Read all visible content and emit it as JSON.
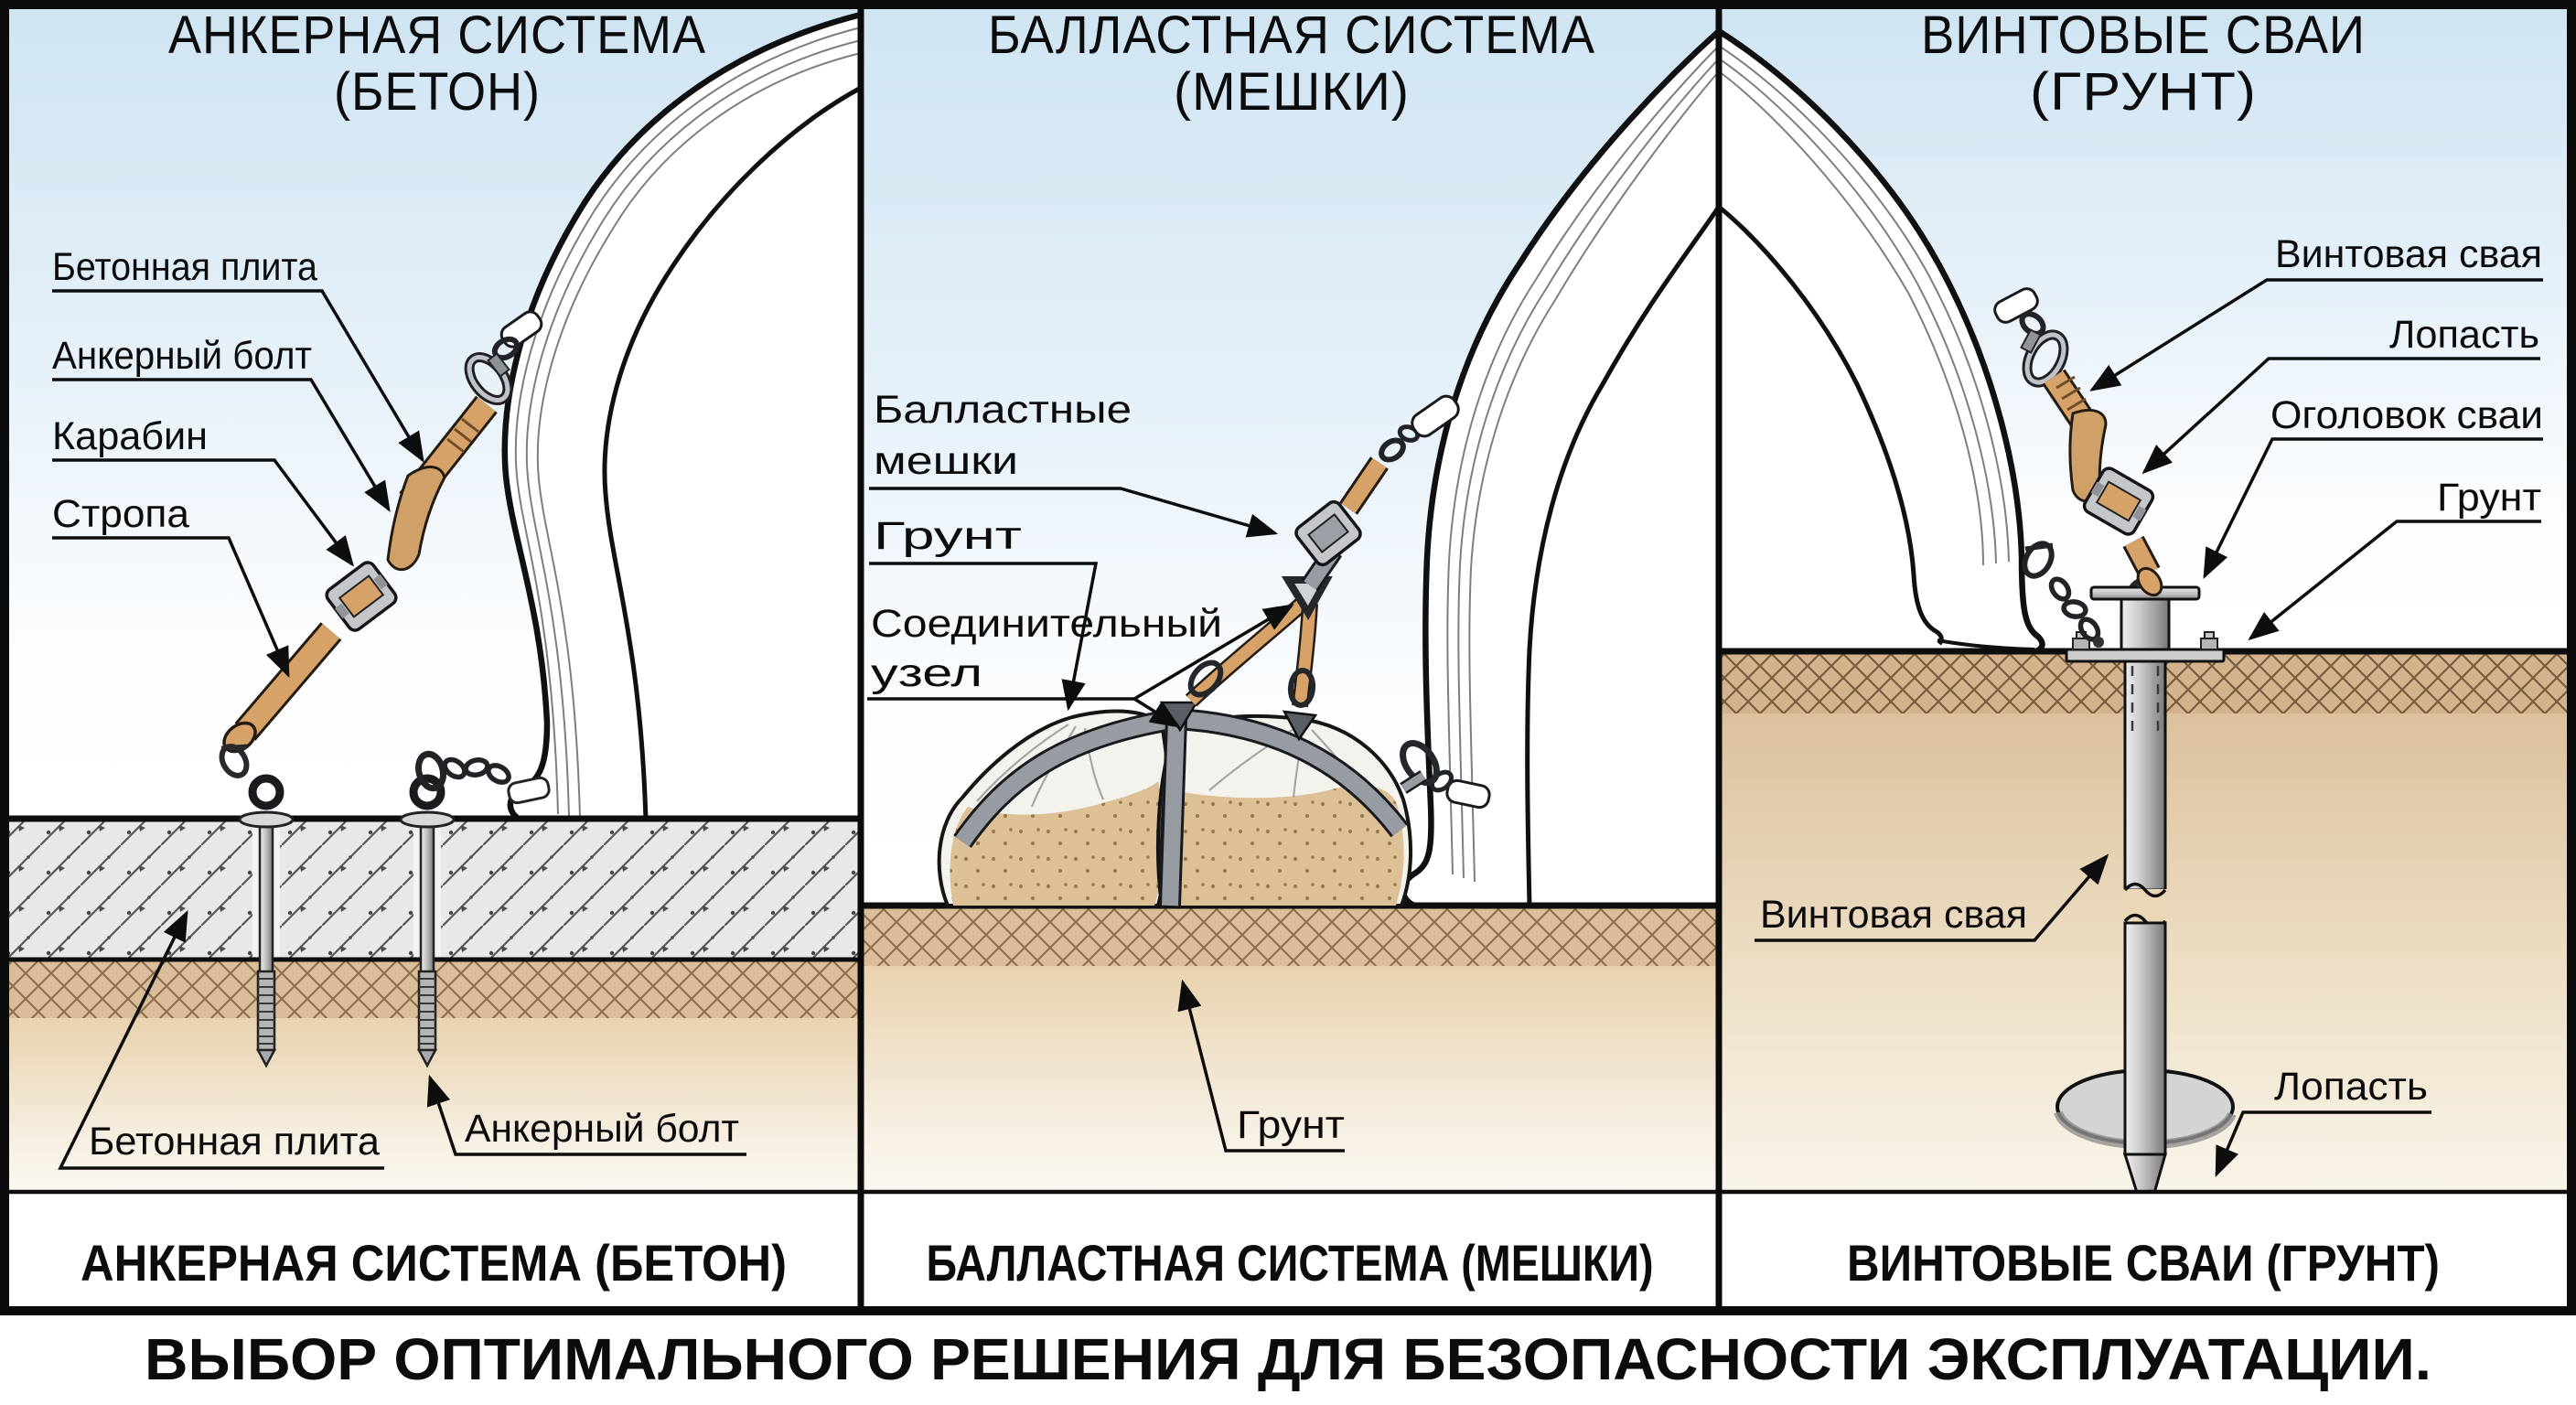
{
  "poster": {
    "footer": "ВЫБОР ОПТИМАЛЬНОГО РЕШЕНИЯ ДЛЯ БЕЗОПАСНОСТИ ЭКСПЛУАТАЦИИ.",
    "panels": [
      {
        "title_line1": "АНКЕРНАЯ СИСТЕМА",
        "title_line2": "(БЕТОН)",
        "caption": "АНКЕРНАЯ СИСТЕМА (БЕТОН)",
        "labels": {
          "concrete_slab_top": "Бетонная плита",
          "anchor_bolt_top": "Анкерный болт",
          "carabiner": "Карабин",
          "sling": "Стропа",
          "concrete_slab_bottom": "Бетонная плита",
          "anchor_bolt_bottom": "Анкерный болт"
        }
      },
      {
        "title_line1": "БАЛЛАСТНАЯ СИСТЕМА",
        "title_line2": "(МЕШКИ)",
        "caption": "БАЛЛАСТНАЯ СИСТЕМА (МЕШКИ)",
        "labels": {
          "ballast_bags_line1": "Балластные",
          "ballast_bags_line2": "мешки",
          "ground_mid": "Грунт",
          "connection_node_line1": "Соединительный",
          "connection_node_line2": "узел",
          "ground_bottom": "Грунт"
        }
      },
      {
        "title_line1": "ВИНТОВЫЕ СВАИ",
        "title_line2": "(ГРУНТ)",
        "caption": "ВИНТОВЫЕ СВАИ (ГРУНТ)",
        "labels": {
          "screw_pile_right": "Винтовая свая",
          "blade_right": "Лопасть",
          "pile_head": "Оголовок сваи",
          "ground_right": "Грунт",
          "screw_pile_left": "Винтовая свая",
          "blade_bottom": "Лопасть"
        }
      }
    ],
    "colors": {
      "sky_top": "#cfe4f2",
      "soil": "#e6cda9",
      "sand_hatch": "#d8bd98",
      "slab": "#e8e8e6",
      "strap": "#d6a268",
      "metal": "#bcbcbc",
      "outline": "#111111"
    }
  }
}
